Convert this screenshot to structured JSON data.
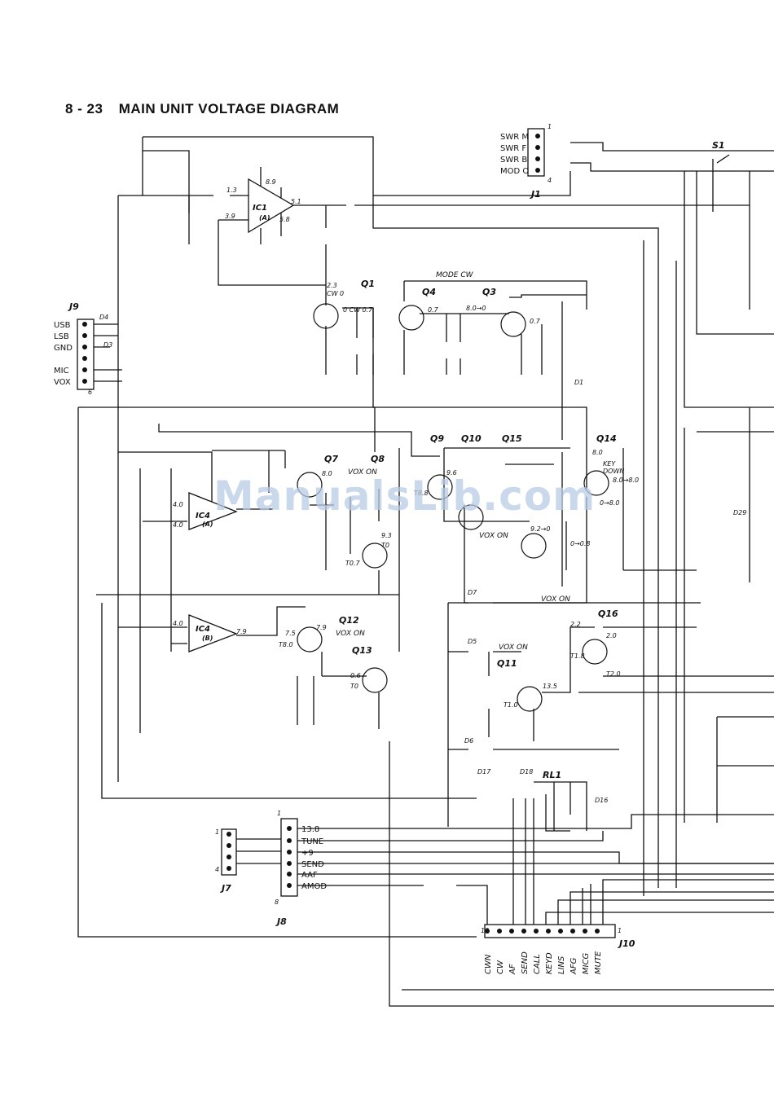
{
  "header": {
    "page_number": "8 - 23",
    "title": "MAIN UNIT VOLTAGE DIAGRAM"
  },
  "watermark": "ManualsLib.com",
  "connectors": {
    "J1": {
      "name": "J1",
      "pins": [
        "SWR M",
        "SWR F",
        "SWR B",
        "MOD O"
      ],
      "pin_first": "1",
      "pin_last": "4"
    },
    "J9": {
      "name": "J9",
      "pins": [
        "USB",
        "LSB",
        "GND",
        "MIC",
        "VOX"
      ],
      "pin_last": "6"
    },
    "J7": {
      "name": "J7",
      "pin_first": "1",
      "pin_last": "4"
    },
    "J8": {
      "name": "J8",
      "pins": [
        "13.8",
        "TUNE",
        "+9",
        "SEND",
        "AAF",
        "AMOD"
      ],
      "pin_first": "1",
      "pin_last": "8"
    },
    "J10": {
      "name": "J10",
      "pins": [
        "CWN",
        "CW",
        "AF",
        "SEND",
        "CALL",
        "KEYD",
        "LINS",
        "AFG",
        "MICG",
        "MUTE"
      ],
      "pin_first": "10",
      "pin_last": "1"
    }
  },
  "components": {
    "ics": [
      "IC1",
      "(A)",
      "IC4",
      "(A)",
      "IC4",
      "(B)"
    ],
    "transistors": [
      "Q1",
      "Q4",
      "Q3",
      "Q9",
      "Q10",
      "Q15",
      "Q14",
      "Q7",
      "Q8",
      "Q12",
      "Q13",
      "Q16",
      "Q11"
    ],
    "misc": [
      "S1",
      "RL1",
      "D1",
      "D3",
      "D4",
      "D5",
      "D6",
      "D7",
      "D16",
      "D17",
      "D18",
      "D29"
    ]
  },
  "labels": {
    "mode_cw": "MODE CW",
    "vox_on": "VOX ON",
    "key_down": "KEY",
    "key_down2": "DOWN"
  },
  "voltages": [
    "8.9",
    "1.3",
    "3.9",
    "5.1",
    "5.8",
    "2.3",
    "CW 0",
    "0 CW 0.7",
    "0.7",
    "8.0→0",
    "0.7",
    "9.6",
    "T8.8",
    "8.0",
    "8.0→8.0",
    "0→8.0",
    "9.2→0",
    "0→0.8",
    "4.0",
    "4.0",
    "8.0",
    "7.9",
    "T8.0",
    "7.5",
    "9.3",
    "T0",
    "0.6",
    "T0.7",
    "2.2",
    "2.0",
    "T2.0",
    "T1.8",
    "13.5",
    "T1.0",
    "4.0",
    "7.9",
    "T0"
  ]
}
